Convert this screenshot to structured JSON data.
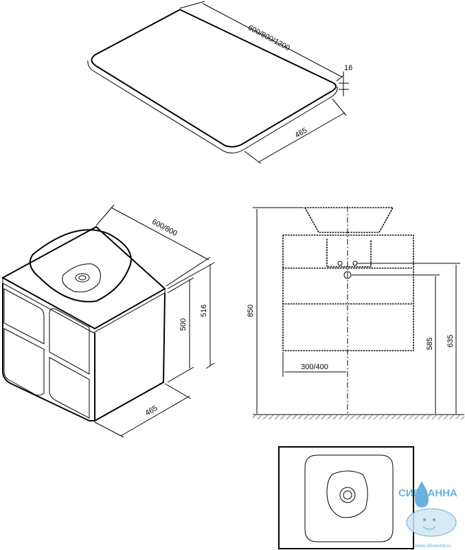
{
  "countertop": {
    "width_label": "600/800/1200",
    "thickness_label": "16",
    "depth_label": "465"
  },
  "cabinet": {
    "width_label": "600/800",
    "height_label": "500",
    "height_total_label": "516",
    "depth_label": "465"
  },
  "front_view": {
    "total_height_label": "850",
    "offset_label": "300/400",
    "drain_height_label": "585",
    "top_height_label": "635"
  },
  "watermark": {
    "brand": "СИБВАННА",
    "url": "www.sibvanna.ru"
  },
  "colors": {
    "line": "#000000",
    "watermark": "#4fa3d8"
  }
}
